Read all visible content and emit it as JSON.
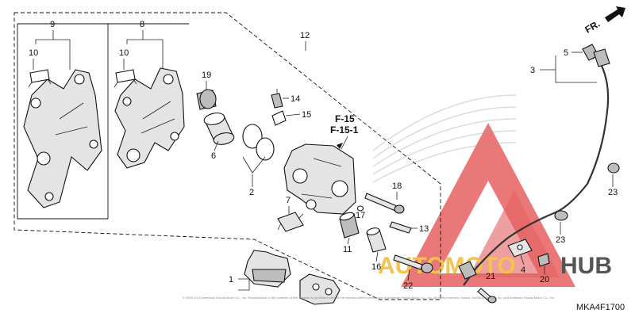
{
  "diagram": {
    "code": "MKA4F1700",
    "direction": "FR.",
    "ref_pages": [
      "F-15",
      "F-15-1"
    ],
    "footer_note": "© 2009-2015 American Honda Motor Co., Inc. Reproduction of the contents of this diagram is prohibited without the express written permission of American Honda Motor Co., Inc. All rights reserved. Honda, Honda Motor Co., Inc. and American Honda Motor Co., Inc.",
    "watermark": {
      "brand_left": "AUTOMOTO",
      "brand_right": "HUB",
      "color_left": "#f2b324",
      "color_right": "#2b2b2b",
      "logo_color": "#e0393a"
    },
    "callouts": {
      "c1": "1",
      "c2": "2",
      "c3": "3",
      "c4": "4",
      "c5": "5",
      "c6": "6",
      "c7": "7",
      "c8": "8",
      "c9": "9",
      "c10a": "10",
      "c10b": "10",
      "c11": "11",
      "c12": "12",
      "c13": "13",
      "c14": "14",
      "c15": "15",
      "c16": "16",
      "c17": "17",
      "c18": "18",
      "c19": "19",
      "c20": "20",
      "c21": "21",
      "c22": "22",
      "c23a": "23",
      "c23b": "23"
    }
  }
}
